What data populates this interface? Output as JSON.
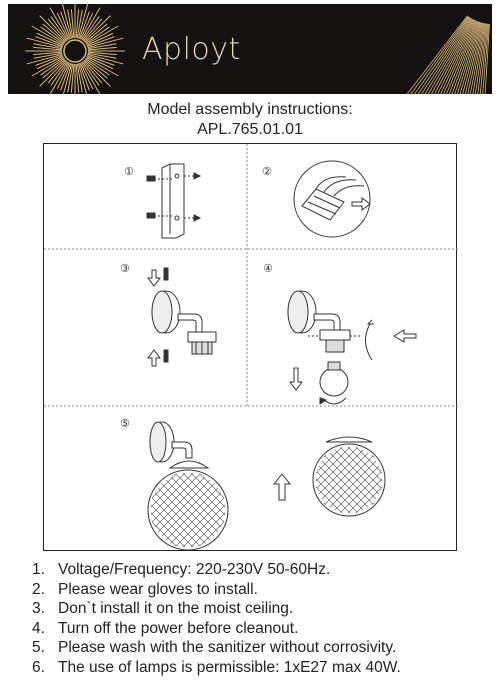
{
  "header": {
    "brand": "Aployt",
    "colors": {
      "background": "#141210",
      "accent": "#d9b87a",
      "brand_text": "#e8d6b8"
    },
    "icon": "sun-rays-logo"
  },
  "title": {
    "line1": "Model assembly instructions:",
    "line2": "APL.765.01.01"
  },
  "steps": [
    {
      "number": "①",
      "icon": "mounting-bracket-with-screws"
    },
    {
      "number": "②",
      "icon": "wire-terminal-block"
    },
    {
      "number": "③",
      "icon": "mount-base-and-arm-with-screws"
    },
    {
      "number": "④",
      "icon": "socket-and-bulb-install"
    },
    {
      "number": "⑤",
      "icon": "assembled-lamp-with-shade"
    }
  ],
  "instructions": [
    {
      "num": "1.",
      "text": "Voltage/Frequency: 220-230V 50-60Hz."
    },
    {
      "num": "2.",
      "text": "Please wear gloves to install."
    },
    {
      "num": "3.",
      "text": "Don`t install it on the moist ceiling."
    },
    {
      "num": "4.",
      "text": "Turn off the power before cleanout."
    },
    {
      "num": "5.",
      "text": "Please wash with the sanitizer without corrosivity."
    },
    {
      "num": "6.",
      "text": "The use of lamps is permissible: 1xE27 max 40W."
    }
  ]
}
